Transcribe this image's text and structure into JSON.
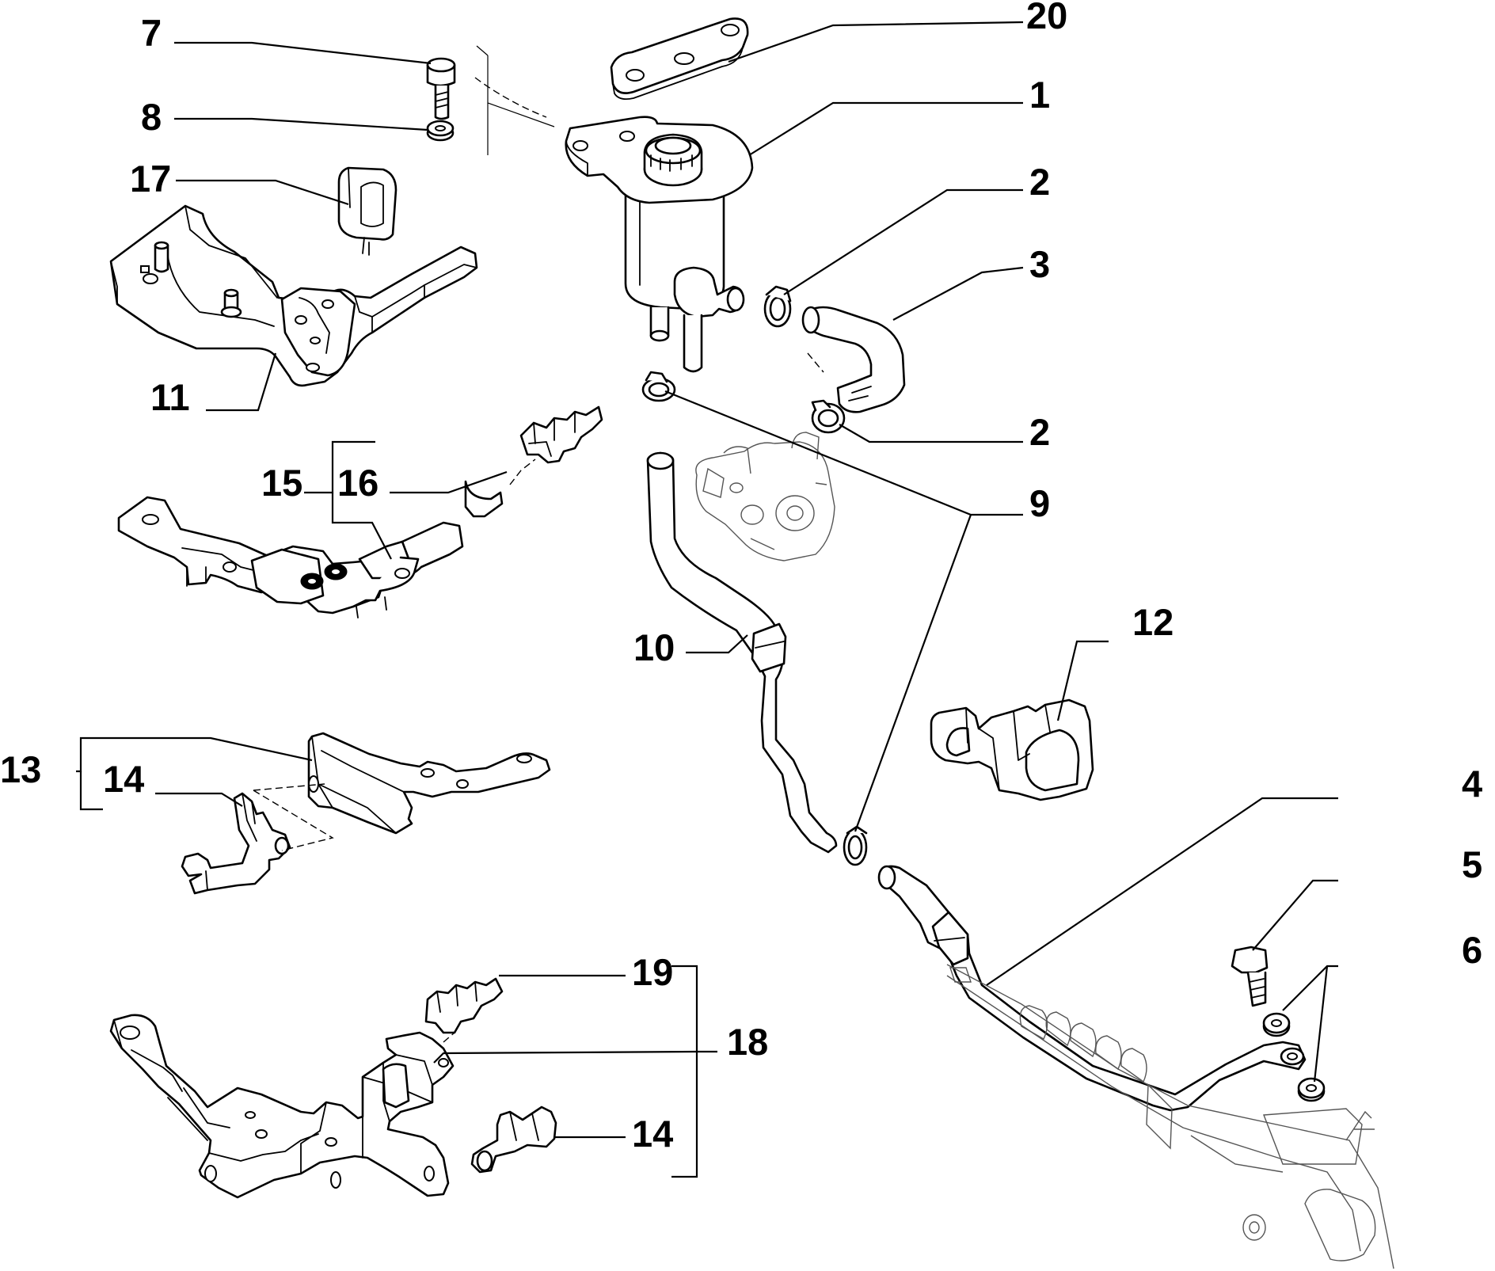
{
  "diagram": {
    "callouts": [
      {
        "id": "c1",
        "label": "1"
      },
      {
        "id": "c2a",
        "label": "2"
      },
      {
        "id": "c2b",
        "label": "2"
      },
      {
        "id": "c3",
        "label": "3"
      },
      {
        "id": "c4",
        "label": "4"
      },
      {
        "id": "c5",
        "label": "5"
      },
      {
        "id": "c6",
        "label": "6"
      },
      {
        "id": "c7",
        "label": "7"
      },
      {
        "id": "c8",
        "label": "8"
      },
      {
        "id": "c9",
        "label": "9"
      },
      {
        "id": "c10",
        "label": "10"
      },
      {
        "id": "c11",
        "label": "11"
      },
      {
        "id": "c12",
        "label": "12"
      },
      {
        "id": "c13",
        "label": "13"
      },
      {
        "id": "c14a",
        "label": "14"
      },
      {
        "id": "c14b",
        "label": "14"
      },
      {
        "id": "c15",
        "label": "15"
      },
      {
        "id": "c16",
        "label": "16"
      },
      {
        "id": "c17",
        "label": "17"
      },
      {
        "id": "c18",
        "label": "18"
      },
      {
        "id": "c19",
        "label": "19"
      },
      {
        "id": "c20",
        "label": "20"
      }
    ]
  }
}
